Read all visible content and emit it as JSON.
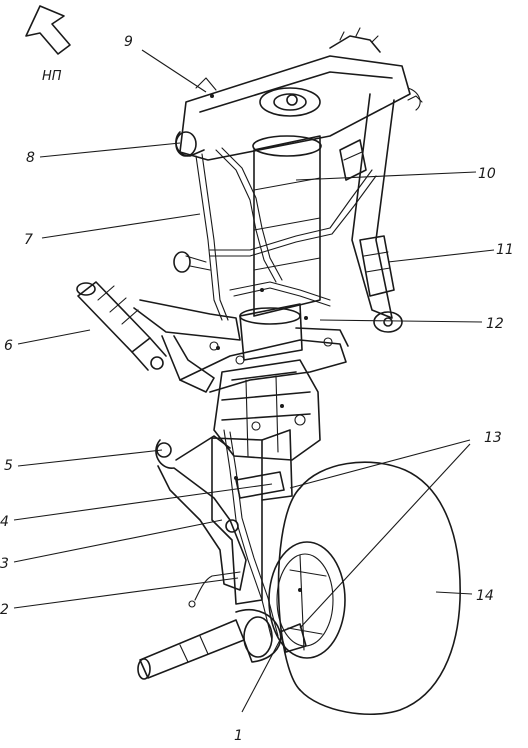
{
  "direction_label": "НП",
  "callouts": [
    {
      "id": "1",
      "label": "1"
    },
    {
      "id": "2",
      "label": "2"
    },
    {
      "id": "3",
      "label": "3"
    },
    {
      "id": "4",
      "label": "4"
    },
    {
      "id": "5",
      "label": "5"
    },
    {
      "id": "6",
      "label": "6"
    },
    {
      "id": "7",
      "label": "7"
    },
    {
      "id": "8",
      "label": "8"
    },
    {
      "id": "9",
      "label": "9"
    },
    {
      "id": "10",
      "label": "10"
    },
    {
      "id": "11",
      "label": "11"
    },
    {
      "id": "12",
      "label": "12"
    },
    {
      "id": "13",
      "label": "13"
    },
    {
      "id": "14",
      "label": "14"
    }
  ]
}
